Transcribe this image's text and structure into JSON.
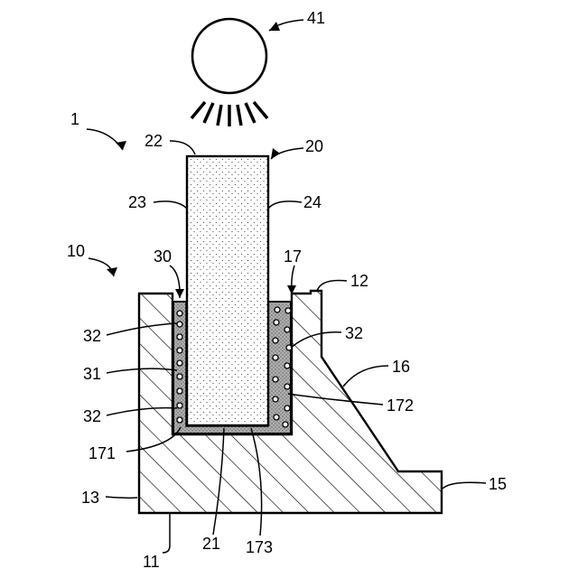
{
  "labels": {
    "device": "1",
    "base": "10",
    "bottom_face": "11",
    "top_face": "12",
    "side_face_left": "13",
    "step_face": "15",
    "slope_face": "16",
    "groove": "17",
    "groove_side": "171",
    "groove_inner": "172",
    "groove_bottom": "173",
    "rod": "20",
    "rod_bottom": "21",
    "rod_top": "22",
    "rod_left": "23",
    "rod_right": "24",
    "filler": "30",
    "filler_body": "31",
    "particle_left_top": "32",
    "particle_left_bottom": "32",
    "particle_right": "32",
    "light_source": "41"
  },
  "colors": {
    "line": "#000000",
    "hatch": "#000000",
    "rod_dots": "#555555",
    "filler_fill": "#9a9a9a",
    "background": "#ffffff"
  }
}
